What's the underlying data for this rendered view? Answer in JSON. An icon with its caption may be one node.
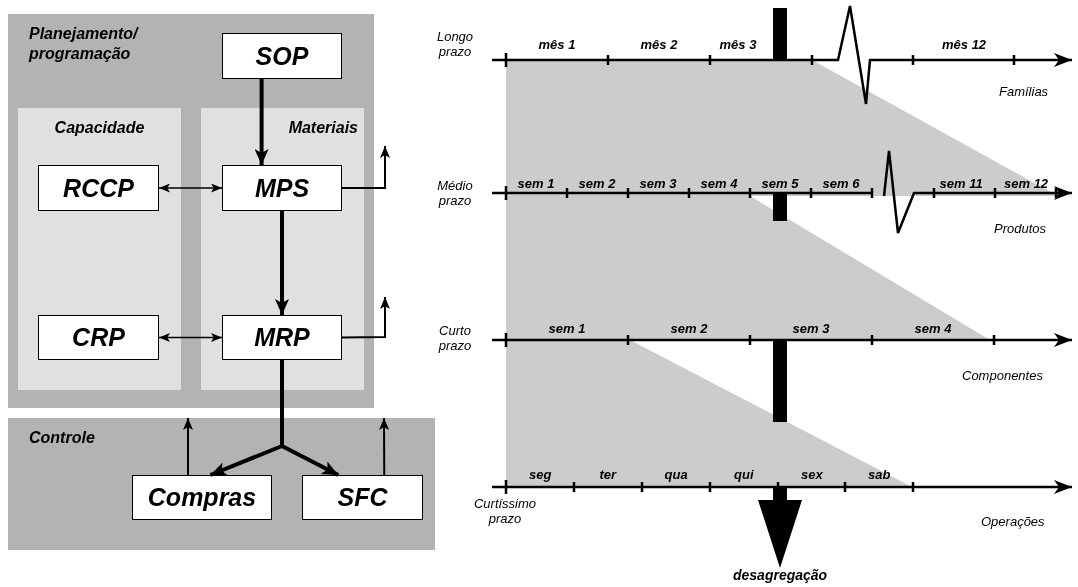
{
  "diagram": {
    "nodes": [
      {
        "text": [
          "Planejamento/ programação"
        ]
      },
      {
        "text": [
          "SOP"
        ],
        "in": 0
      },
      {
        "text": [
          "Capacidade"
        ],
        "in": 0
      },
      {
        "text": [
          "Materiais"
        ],
        "in": 0
      },
      {
        "text": [
          "RCCP"
        ],
        "in": 2
      },
      {
        "text": [
          "MPS"
        ],
        "in": 3
      },
      {
        "text": [
          "CRP"
        ],
        "in": 2
      },
      {
        "text": [
          "MRP"
        ],
        "in": 3
      },
      {
        "text": [
          "Controle"
        ]
      },
      {
        "text": [
          "Compras"
        ],
        "in": 8
      },
      {
        "text": [
          "SFC"
        ],
        "in": 8
      }
    ],
    "edges": [
      {
        "from": 1,
        "to": 5,
        "arrow": "to",
        "style": "thick"
      },
      {
        "from": 4,
        "to": 5,
        "arrow": "both"
      },
      {
        "from": 5,
        "to": 7,
        "arrow": "to",
        "style": "thick"
      },
      {
        "from": 6,
        "to": 7,
        "arrow": "both"
      },
      {
        "from": 7,
        "to": 9,
        "arrow": "to",
        "style": "thick"
      },
      {
        "from": 7,
        "to": 10,
        "arrow": "to",
        "style": "thick"
      },
      {
        "from": 5,
        "to": null,
        "arrow": "to"
      },
      {
        "from": 7,
        "to": null,
        "arrow": "to"
      },
      {
        "from": 9,
        "to": null,
        "arrow": "to"
      },
      {
        "from": 10,
        "to": null,
        "arrow": "to"
      }
    ],
    "labels": [
      "Longo prazo",
      "mês 1",
      "mês 2",
      "mês 3",
      "mês 12",
      "Famílias",
      "Médio prazo",
      "sem 1",
      "sem 2",
      "sem 3",
      "sem 4",
      "sem 5",
      "sem 6",
      "sem 11",
      "sem 12",
      "Produtos",
      "Curto prazo",
      "sem 1",
      "sem 2",
      "sem 3",
      "sem 4",
      "Componentes",
      "seg",
      "ter",
      "qua",
      "qui",
      "sex",
      "sab",
      "Curtíssimo prazo",
      "Operações",
      "desagregação"
    ]
  }
}
